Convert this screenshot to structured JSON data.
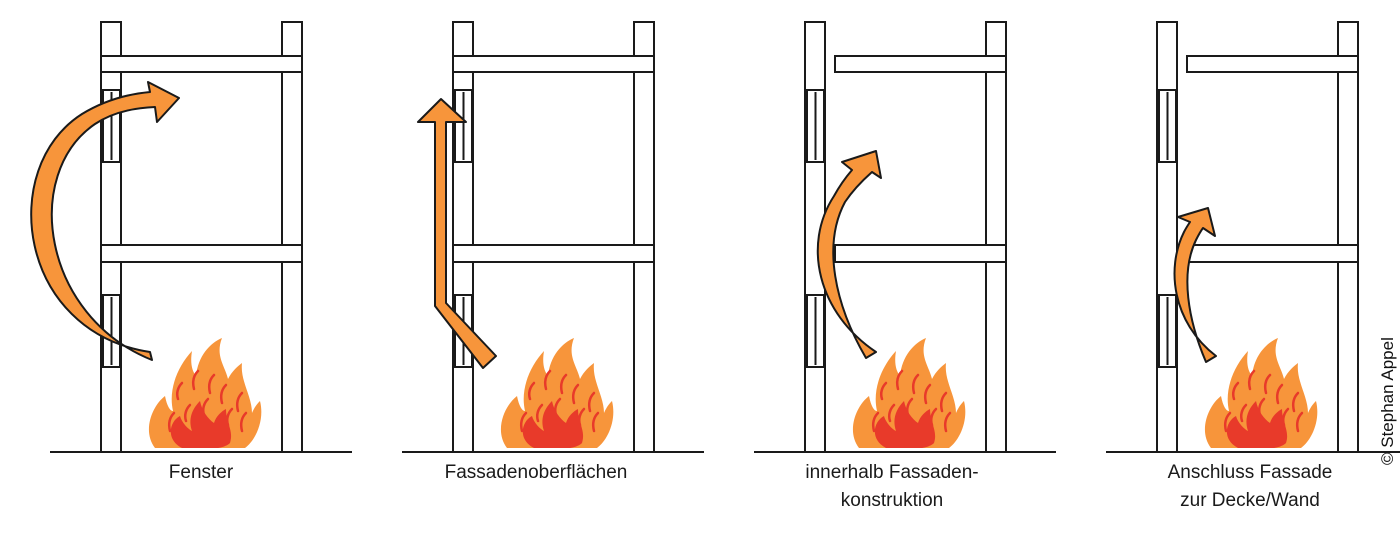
{
  "panels": [
    {
      "caption_lines": [
        "Fenster"
      ]
    },
    {
      "caption_lines": [
        "Fassadenoberflächen"
      ]
    },
    {
      "caption_lines": [
        "innerhalb Fassaden-",
        "konstruktion"
      ]
    },
    {
      "caption_lines": [
        "Anschluss Fassade",
        "zur Decke/Wand"
      ]
    }
  ],
  "credit": "© Stephan Appel",
  "colors": {
    "line": "#1a1a1a",
    "arrow_fill": "#f7953b",
    "flame_outer": "#f7953b",
    "flame_inner": "#e83a2a"
  }
}
